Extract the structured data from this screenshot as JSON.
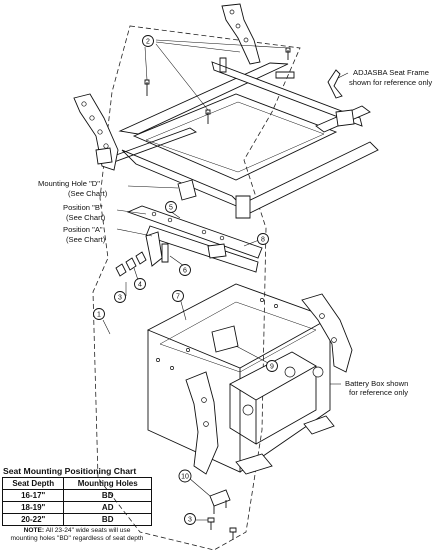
{
  "callouts": {
    "adjasba_frame": [
      "ADJASBA Seat Frame",
      "shown for reference only"
    ],
    "mounting_hole_d": [
      "Mounting Hole \"D\"",
      "(See Chart)"
    ],
    "position_b": [
      "Position \"B\"",
      "(See Chart)"
    ],
    "position_a": [
      "Position \"A\"",
      "(See Chart)"
    ],
    "battery_box": [
      "Battery Box shown",
      "for reference only"
    ]
  },
  "item_numbers": {
    "n1": "1",
    "n2": "2",
    "n3a": "3",
    "n3b": "3",
    "n4": "4",
    "n5": "5",
    "n6": "6",
    "n7": "7",
    "n8": "8",
    "n9": "9",
    "n10": "10"
  },
  "chart": {
    "title": "Seat Mounting Positioning Chart",
    "headers": [
      "Seat Depth",
      "Mounting Holes"
    ],
    "rows": [
      [
        "16-17\"",
        "BD"
      ],
      [
        "18-19\"",
        "AD"
      ],
      [
        "20-22\"",
        "BD"
      ]
    ],
    "note_label": "NOTE:",
    "note_text_1": "All 23-24\" wide seats will use",
    "note_text_2": "mounting holes \"BD\" regardless of seat depth"
  }
}
